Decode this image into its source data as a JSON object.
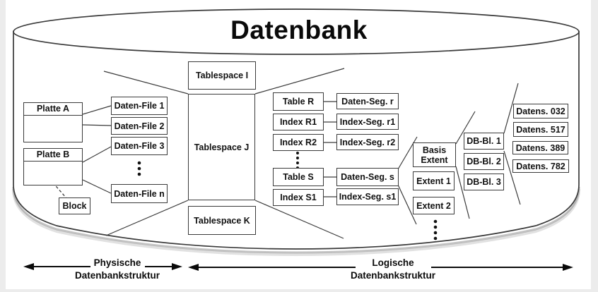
{
  "title": "Datenbank",
  "physical": {
    "disk_a_label": "Platte A",
    "disk_b_label": "Platte B",
    "block_label": "Block",
    "files": [
      "Daten-File 1",
      "Daten-File 2",
      "Daten-File 3",
      "Daten-File n"
    ]
  },
  "tablespaces": [
    "Tablespace I",
    "Tablespace J",
    "Tablespace K"
  ],
  "logical": {
    "objects": [
      {
        "name": "Table R",
        "segment": "Daten-Seg. r"
      },
      {
        "name": "Index R1",
        "segment": "Index-Seg. r1"
      },
      {
        "name": "Index R2",
        "segment": "Index-Seg. r2"
      },
      {
        "name": "Table S",
        "segment": "Daten-Seg. s"
      },
      {
        "name": "Index S1",
        "segment": "Index-Seg. s1"
      }
    ],
    "extents": [
      "Basis Extent",
      "Extent 1",
      "Extent 2"
    ],
    "db_blocks": [
      "DB-Bl. 1",
      "DB-Bl. 2",
      "DB-Bl. 3"
    ],
    "records": [
      "Datens. 032",
      "Datens. 517",
      "Datens. 389",
      "Datens. 782"
    ]
  },
  "captions": {
    "physical_line1": "Physische",
    "physical_line2": "Datenbankstruktur",
    "logical_line1": "Logische",
    "logical_line2": "Datenbankstruktur"
  },
  "colors": {
    "line": "#3a3a3a",
    "text": "#111111",
    "background": "#ffffff",
    "frame": "#ececec"
  }
}
